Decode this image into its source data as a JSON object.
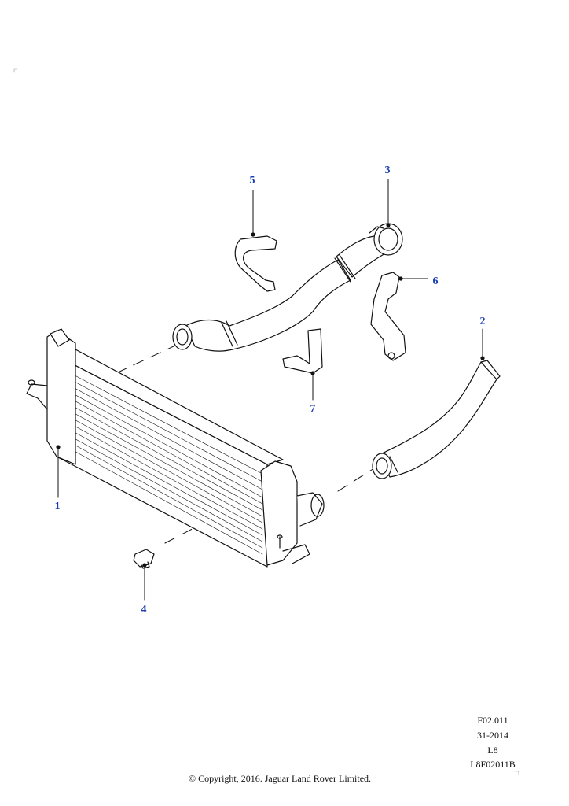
{
  "callouts": [
    "1",
    "2",
    "3",
    "4",
    "5",
    "6",
    "7"
  ],
  "meta": {
    "figure_code": "F02.011",
    "date_code": "31-2014",
    "model_code": "L8",
    "drawing_id": "L8F02011B"
  },
  "copyright": "© Copyright, 2016. Jaguar Land Rover Limited.",
  "colors": {
    "callout": "#1a3fb4",
    "line": "#111111"
  }
}
